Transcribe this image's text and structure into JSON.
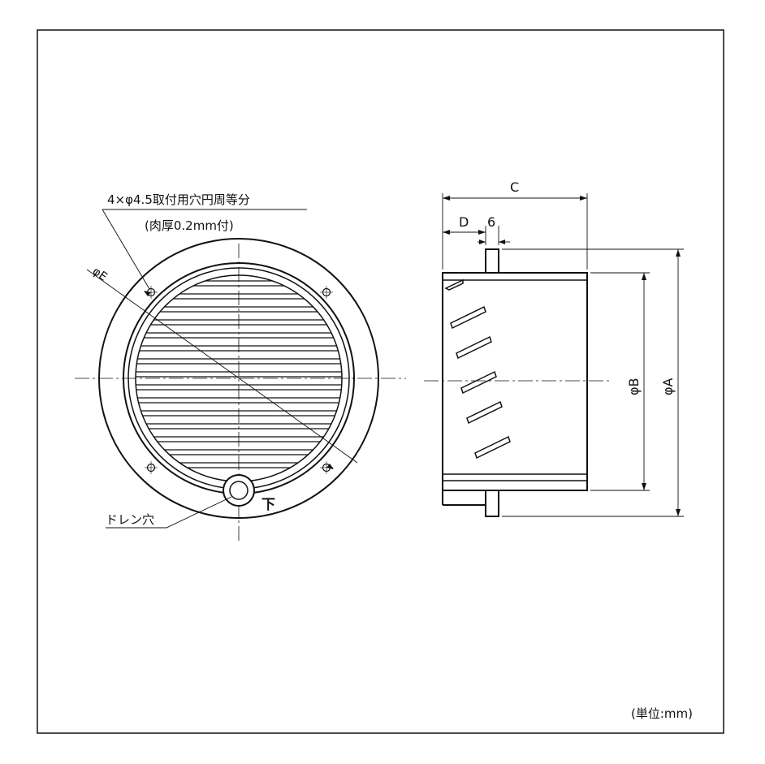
{
  "front_view": {
    "hole_note": "4×φ4.5取付用穴円周等分",
    "thickness_note": "(肉厚0.2mm付)",
    "dim_e": "φE",
    "drain_label": "ドレン穴",
    "down_mark": "下"
  },
  "side_view": {
    "dim_c": "C",
    "dim_d": "D",
    "dim_6": "6",
    "dim_b": "φB",
    "dim_a": "φA"
  },
  "unit_note": "(単位:mm)",
  "colors": {
    "line": "#111111",
    "background": "#ffffff"
  }
}
